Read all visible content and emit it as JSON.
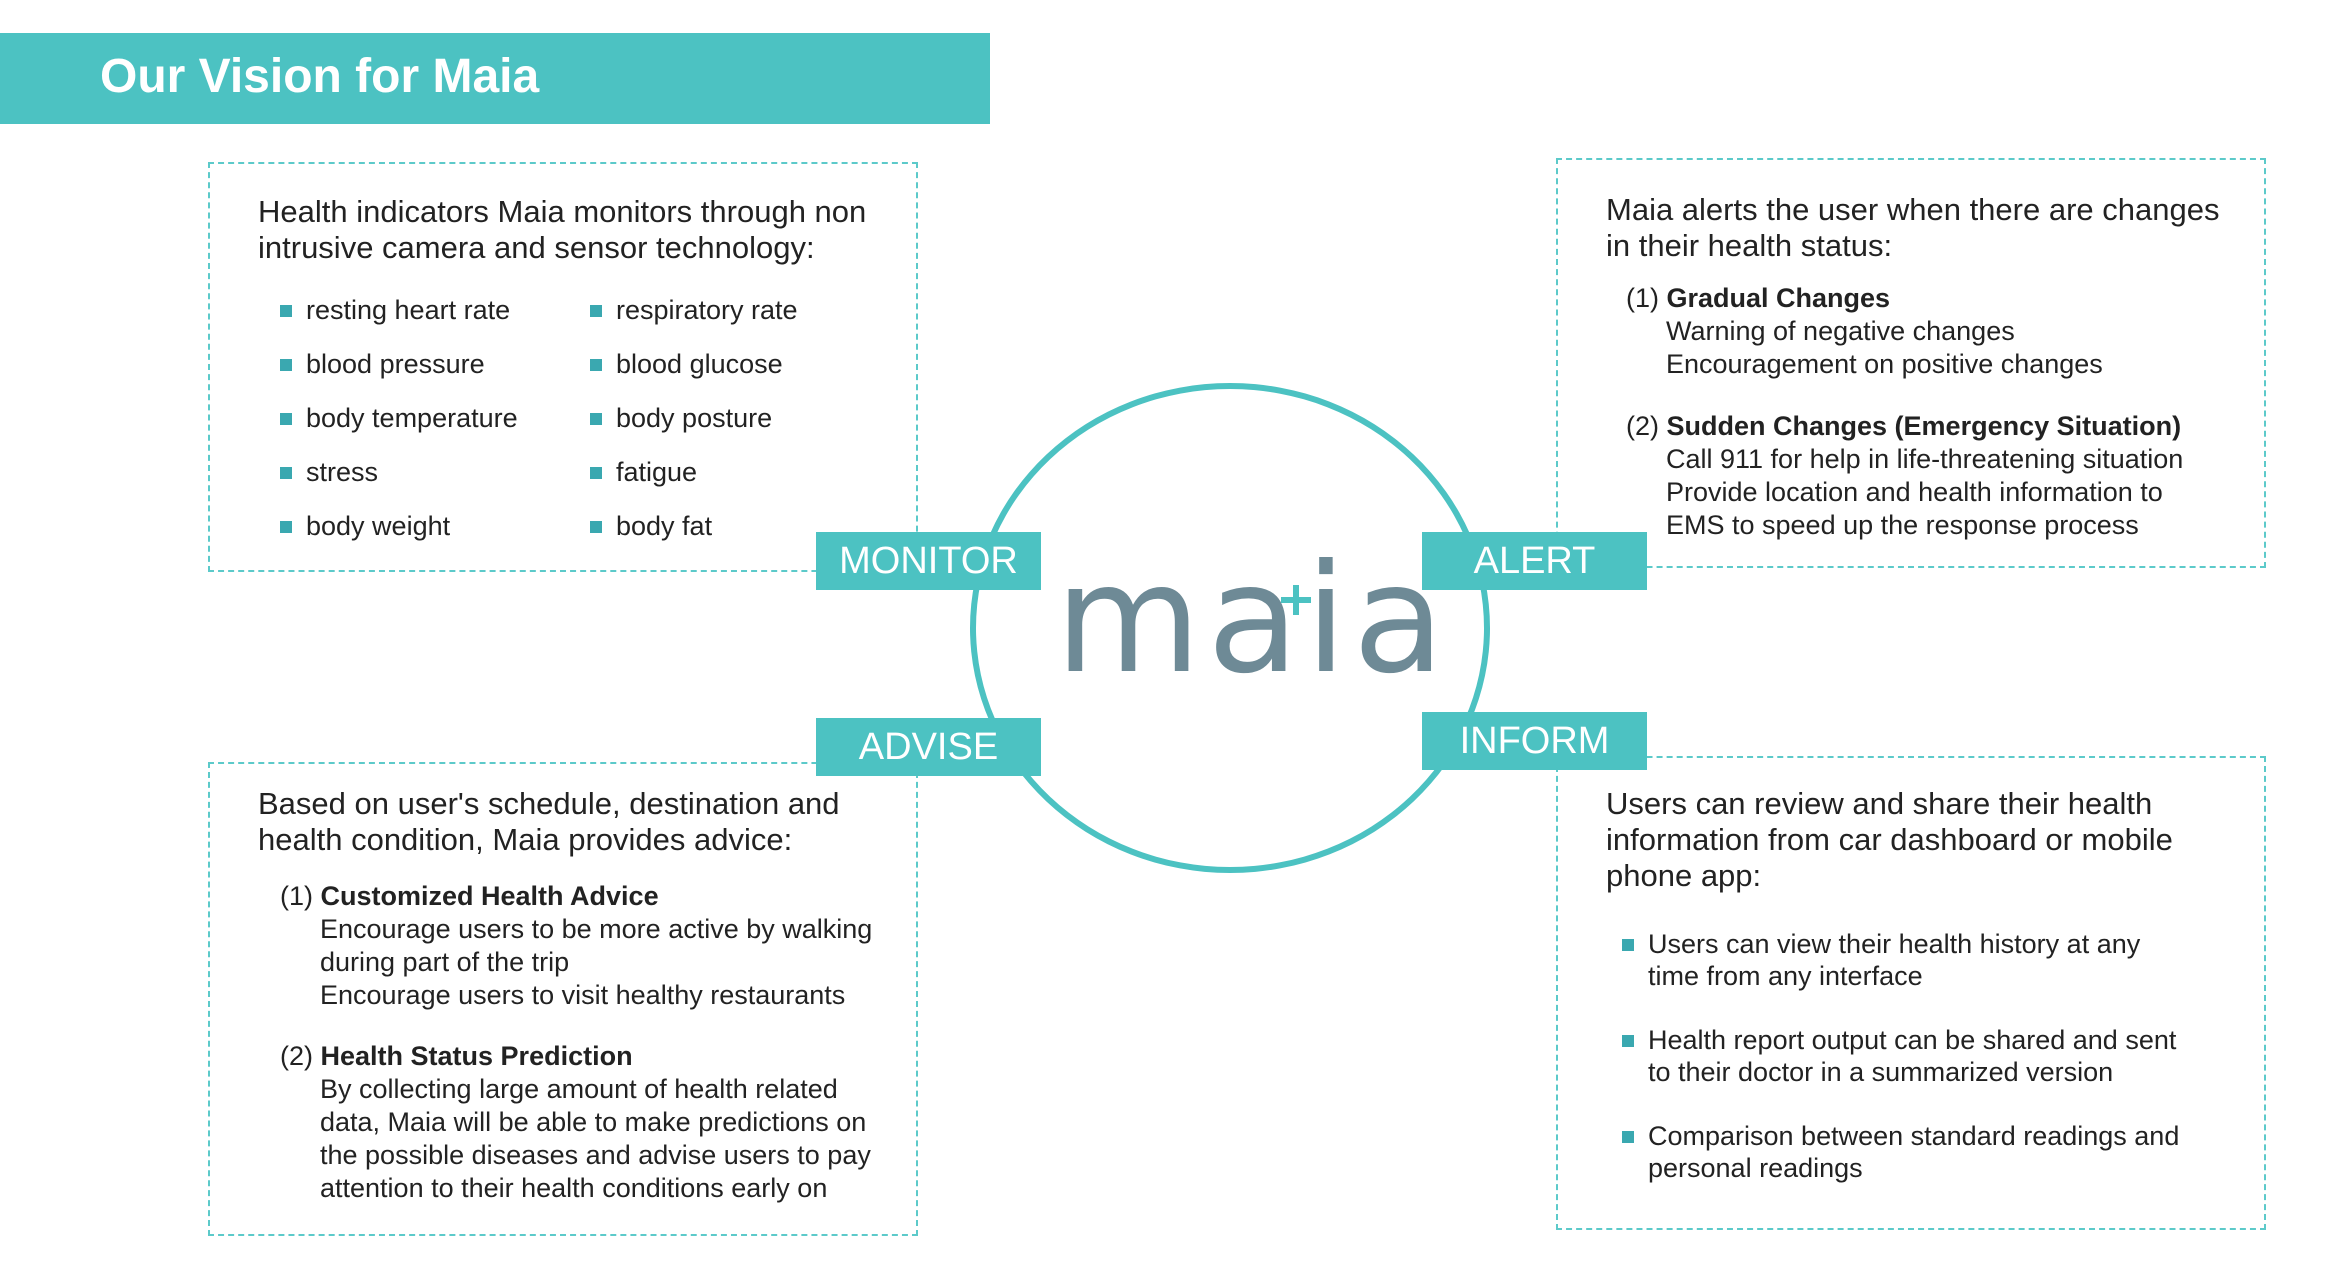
{
  "title": "Our Vision for Maia",
  "logo_text": "maia",
  "colors": {
    "accent": "#4cc2c2",
    "logo": "#6e8a96",
    "bullet": "#3aa8b0"
  },
  "tags": {
    "monitor": "MONITOR",
    "alert": "ALERT",
    "advise": "ADVISE",
    "inform": "INFORM"
  },
  "monitor": {
    "intro": "Health indicators Maia monitors through non intrusive camera and sensor technology:",
    "left": [
      "resting heart rate",
      "blood pressure",
      "body temperature",
      "stress",
      "body weight"
    ],
    "right": [
      "respiratory rate",
      "blood glucose",
      "body posture",
      "fatigue",
      "body fat"
    ]
  },
  "alert": {
    "intro": "Maia alerts the user when there are changes in their health status:",
    "items": [
      {
        "num": "(1)",
        "head": "Gradual Changes",
        "lines": [
          "Warning of negative changes",
          "Encouragement on positive changes"
        ]
      },
      {
        "num": "(2)",
        "head": "Sudden Changes (Emergency Situation)",
        "lines": [
          "Call 911 for help in life-threatening situation",
          "Provide location and health information to",
          "EMS to speed up the response process"
        ]
      }
    ]
  },
  "advise": {
    "intro": "Based on user's schedule, destination and health condition, Maia provides advice:",
    "items": [
      {
        "num": "(1)",
        "head": "Customized Health Advice",
        "lines": [
          "Encourage users to be more active by walking",
          "during part of the trip",
          "Encourage users to visit healthy restaurants"
        ]
      },
      {
        "num": "(2)",
        "head": "Health Status Prediction",
        "lines": [
          "By collecting large amount of health related",
          "data, Maia will be able to make predictions on",
          "the possible diseases and advise users to pay",
          "attention to their health conditions early on"
        ]
      }
    ]
  },
  "inform": {
    "intro": "Users can review and share their health information from car dashboard or mobile phone app:",
    "bullets": [
      "Users can view their health history at any time from any interface",
      "Health report output can be shared and sent to their doctor in a summarized version",
      "Comparison between standard readings and personal readings"
    ]
  }
}
